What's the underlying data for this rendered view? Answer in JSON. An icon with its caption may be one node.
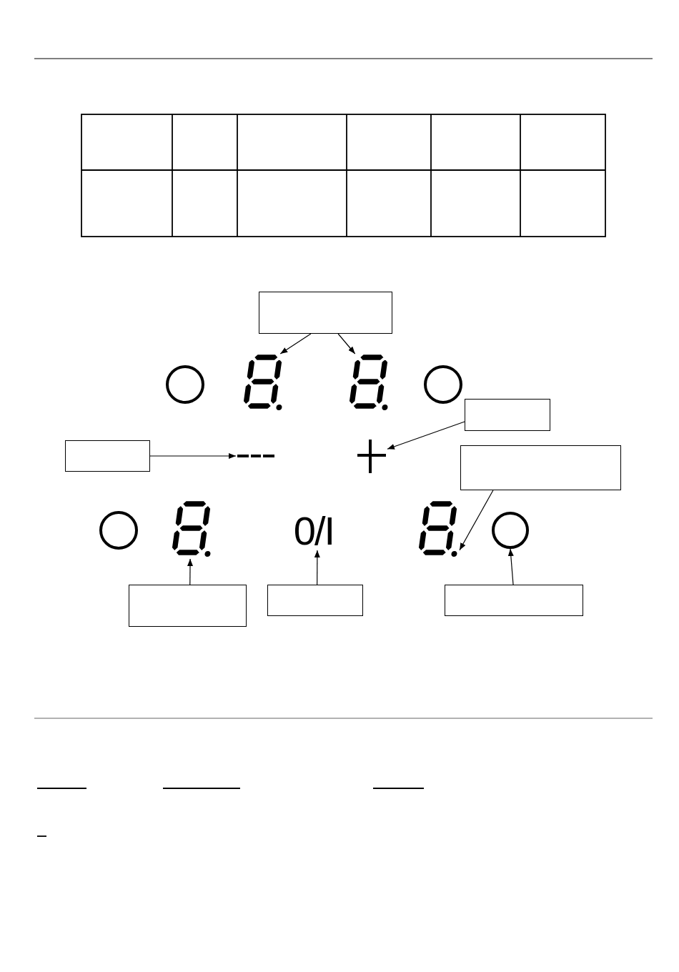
{
  "diagram": {
    "nodes": [
      {
        "text": [],
        "shape": "box"
      },
      {
        "text": [],
        "shape": "digit"
      },
      {
        "text": [],
        "shape": "digit"
      },
      {
        "text": [],
        "shape": "box"
      },
      {
        "text": [],
        "shape": "box"
      },
      {
        "text": [],
        "shape": "minus"
      },
      {
        "text": [],
        "shape": "plus"
      },
      {
        "text": [],
        "shape": "box"
      },
      {
        "text": [],
        "shape": "digit"
      },
      {
        "text": [
          "0/I"
        ]
      },
      {
        "text": [],
        "shape": "digit"
      },
      {
        "text": [],
        "shape": "circle"
      },
      {
        "text": [],
        "shape": "box"
      },
      {
        "text": [],
        "shape": "box"
      },
      {
        "text": [],
        "shape": "box"
      }
    ],
    "edges": [
      {
        "from": 0,
        "to": 1,
        "arrow": "to"
      },
      {
        "from": 0,
        "to": 2,
        "arrow": "to"
      },
      {
        "from": 3,
        "to": 6,
        "arrow": "to"
      },
      {
        "from": 4,
        "to": 5,
        "arrow": "to"
      },
      {
        "from": 7,
        "to": 10,
        "arrow": "to"
      },
      {
        "from": 12,
        "to": 8,
        "arrow": "to"
      },
      {
        "from": 13,
        "to": 9,
        "arrow": "to"
      },
      {
        "from": 14,
        "to": 11,
        "arrow": "to"
      }
    ]
  }
}
